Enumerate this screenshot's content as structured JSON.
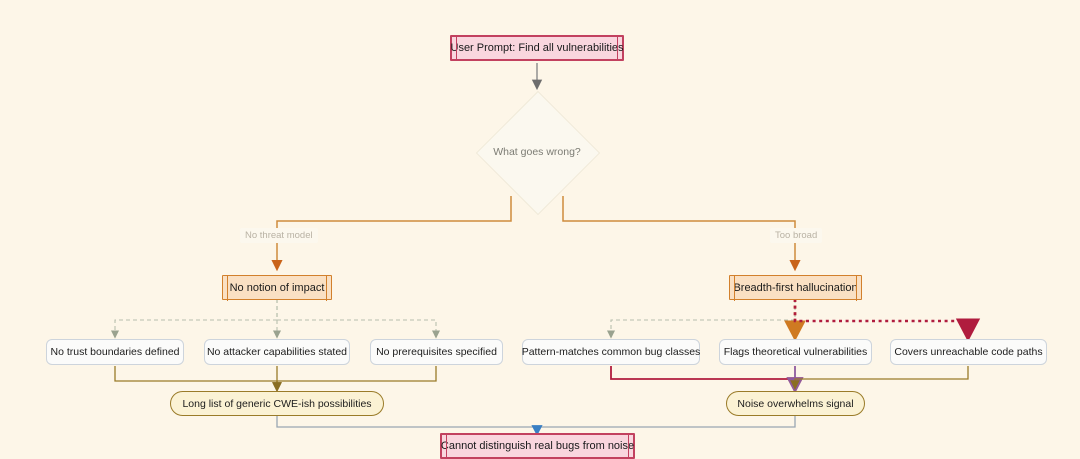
{
  "diagram": {
    "type": "flowchart",
    "title": "What goes wrong",
    "background_color": "#fdf6e8",
    "nodes": [
      {
        "id": "prompt",
        "label": "User Prompt: Find all vulnerabilities",
        "shape": "rect",
        "style": "terminal",
        "fill": "#f9d6de",
        "stroke": "#c2415f"
      },
      {
        "id": "decision",
        "label": "What goes wrong?",
        "shape": "diamond",
        "style": "decision",
        "fill": "#fbf8ef",
        "stroke": "#f0ead9"
      },
      {
        "id": "impact",
        "label": "No notion of impact",
        "shape": "rect",
        "style": "cause",
        "fill": "#fae0c3",
        "stroke": "#d2802c"
      },
      {
        "id": "breadth",
        "label": "Breadth-first hallucination",
        "shape": "rect",
        "style": "cause",
        "fill": "#fae0c3",
        "stroke": "#d2802c"
      },
      {
        "id": "trust",
        "label": "No trust boundaries defined",
        "shape": "rounded",
        "style": "leaf",
        "fill": "#fbfbfa",
        "stroke": "#cdd4dc"
      },
      {
        "id": "attacker",
        "label": "No attacker capabilities stated",
        "shape": "rounded",
        "style": "leaf",
        "fill": "#fbfbfa",
        "stroke": "#cdd4dc"
      },
      {
        "id": "prereq",
        "label": "No prerequisites specified",
        "shape": "rounded",
        "style": "leaf",
        "fill": "#fbfbfa",
        "stroke": "#cdd4dc"
      },
      {
        "id": "pattern",
        "label": "Pattern-matches common bug classes",
        "shape": "rounded",
        "style": "leaf",
        "fill": "#fbfbfa",
        "stroke": "#cdd4dc"
      },
      {
        "id": "theoretical",
        "label": "Flags theoretical vulnerabilities",
        "shape": "rounded",
        "style": "leaf",
        "fill": "#fbfbfa",
        "stroke": "#cdd4dc"
      },
      {
        "id": "unreachable",
        "label": "Covers unreachable code paths",
        "shape": "rounded",
        "style": "leaf",
        "fill": "#fbfbfa",
        "stroke": "#cdd4dc"
      },
      {
        "id": "cwelist",
        "label": "Long list of generic CWE-ish possibilities",
        "shape": "stadium",
        "style": "outcome",
        "fill": "#fbf2d4",
        "stroke": "#9a7b28"
      },
      {
        "id": "noise",
        "label": "Noise overwhelms signal",
        "shape": "stadium",
        "style": "outcome",
        "fill": "#fbf2d4",
        "stroke": "#9a7b28"
      },
      {
        "id": "conclusion",
        "label": "Cannot distinguish real bugs from noise",
        "shape": "rect",
        "style": "terminal",
        "fill": "#f9d6de",
        "stroke": "#c2415f"
      }
    ],
    "edges": [
      {
        "from": "prompt",
        "to": "decision",
        "label": "",
        "stroke": "#8a8a8a",
        "dash": "solid"
      },
      {
        "from": "decision",
        "to": "impact",
        "label": "No threat model",
        "stroke": "#cf8b3c",
        "dash": "solid"
      },
      {
        "from": "decision",
        "to": "breadth",
        "label": "Too broad",
        "stroke": "#cf8b3c",
        "dash": "solid"
      },
      {
        "from": "impact",
        "to": "trust",
        "label": "",
        "stroke": "#b8bfae",
        "dash": "dashed"
      },
      {
        "from": "impact",
        "to": "attacker",
        "label": "",
        "stroke": "#b8bfae",
        "dash": "dashed"
      },
      {
        "from": "impact",
        "to": "prereq",
        "label": "",
        "stroke": "#b8bfae",
        "dash": "dashed"
      },
      {
        "from": "breadth",
        "to": "pattern",
        "label": "",
        "stroke": "#b8bfae",
        "dash": "dashed"
      },
      {
        "from": "breadth",
        "to": "theoretical",
        "label": "",
        "stroke": "#d2802c",
        "dash": "dotted"
      },
      {
        "from": "breadth",
        "to": "unreachable",
        "label": "",
        "stroke": "#b01c3e",
        "dash": "dotted"
      },
      {
        "from": "trust",
        "to": "cwelist",
        "label": "",
        "stroke": "#9a7b28",
        "dash": "solid"
      },
      {
        "from": "attacker",
        "to": "cwelist",
        "label": "",
        "stroke": "#9a7b28",
        "dash": "solid"
      },
      {
        "from": "prereq",
        "to": "cwelist",
        "label": "",
        "stroke": "#9a7b28",
        "dash": "solid"
      },
      {
        "from": "pattern",
        "to": "noise",
        "label": "",
        "stroke": "#b01c3e",
        "dash": "solid"
      },
      {
        "from": "theoretical",
        "to": "noise",
        "label": "",
        "stroke": "#8e5b9e",
        "dash": "solid"
      },
      {
        "from": "unreachable",
        "to": "noise",
        "label": "",
        "stroke": "#9a7b28",
        "dash": "solid"
      },
      {
        "from": "cwelist",
        "to": "conclusion",
        "label": "",
        "stroke": "#9aa6b2",
        "dash": "solid"
      },
      {
        "from": "noise",
        "to": "conclusion",
        "label": "",
        "stroke": "#9aa6b2",
        "dash": "solid"
      }
    ],
    "edge_labels": {
      "no_threat_model": "No threat model",
      "too_broad": "Too broad"
    }
  }
}
